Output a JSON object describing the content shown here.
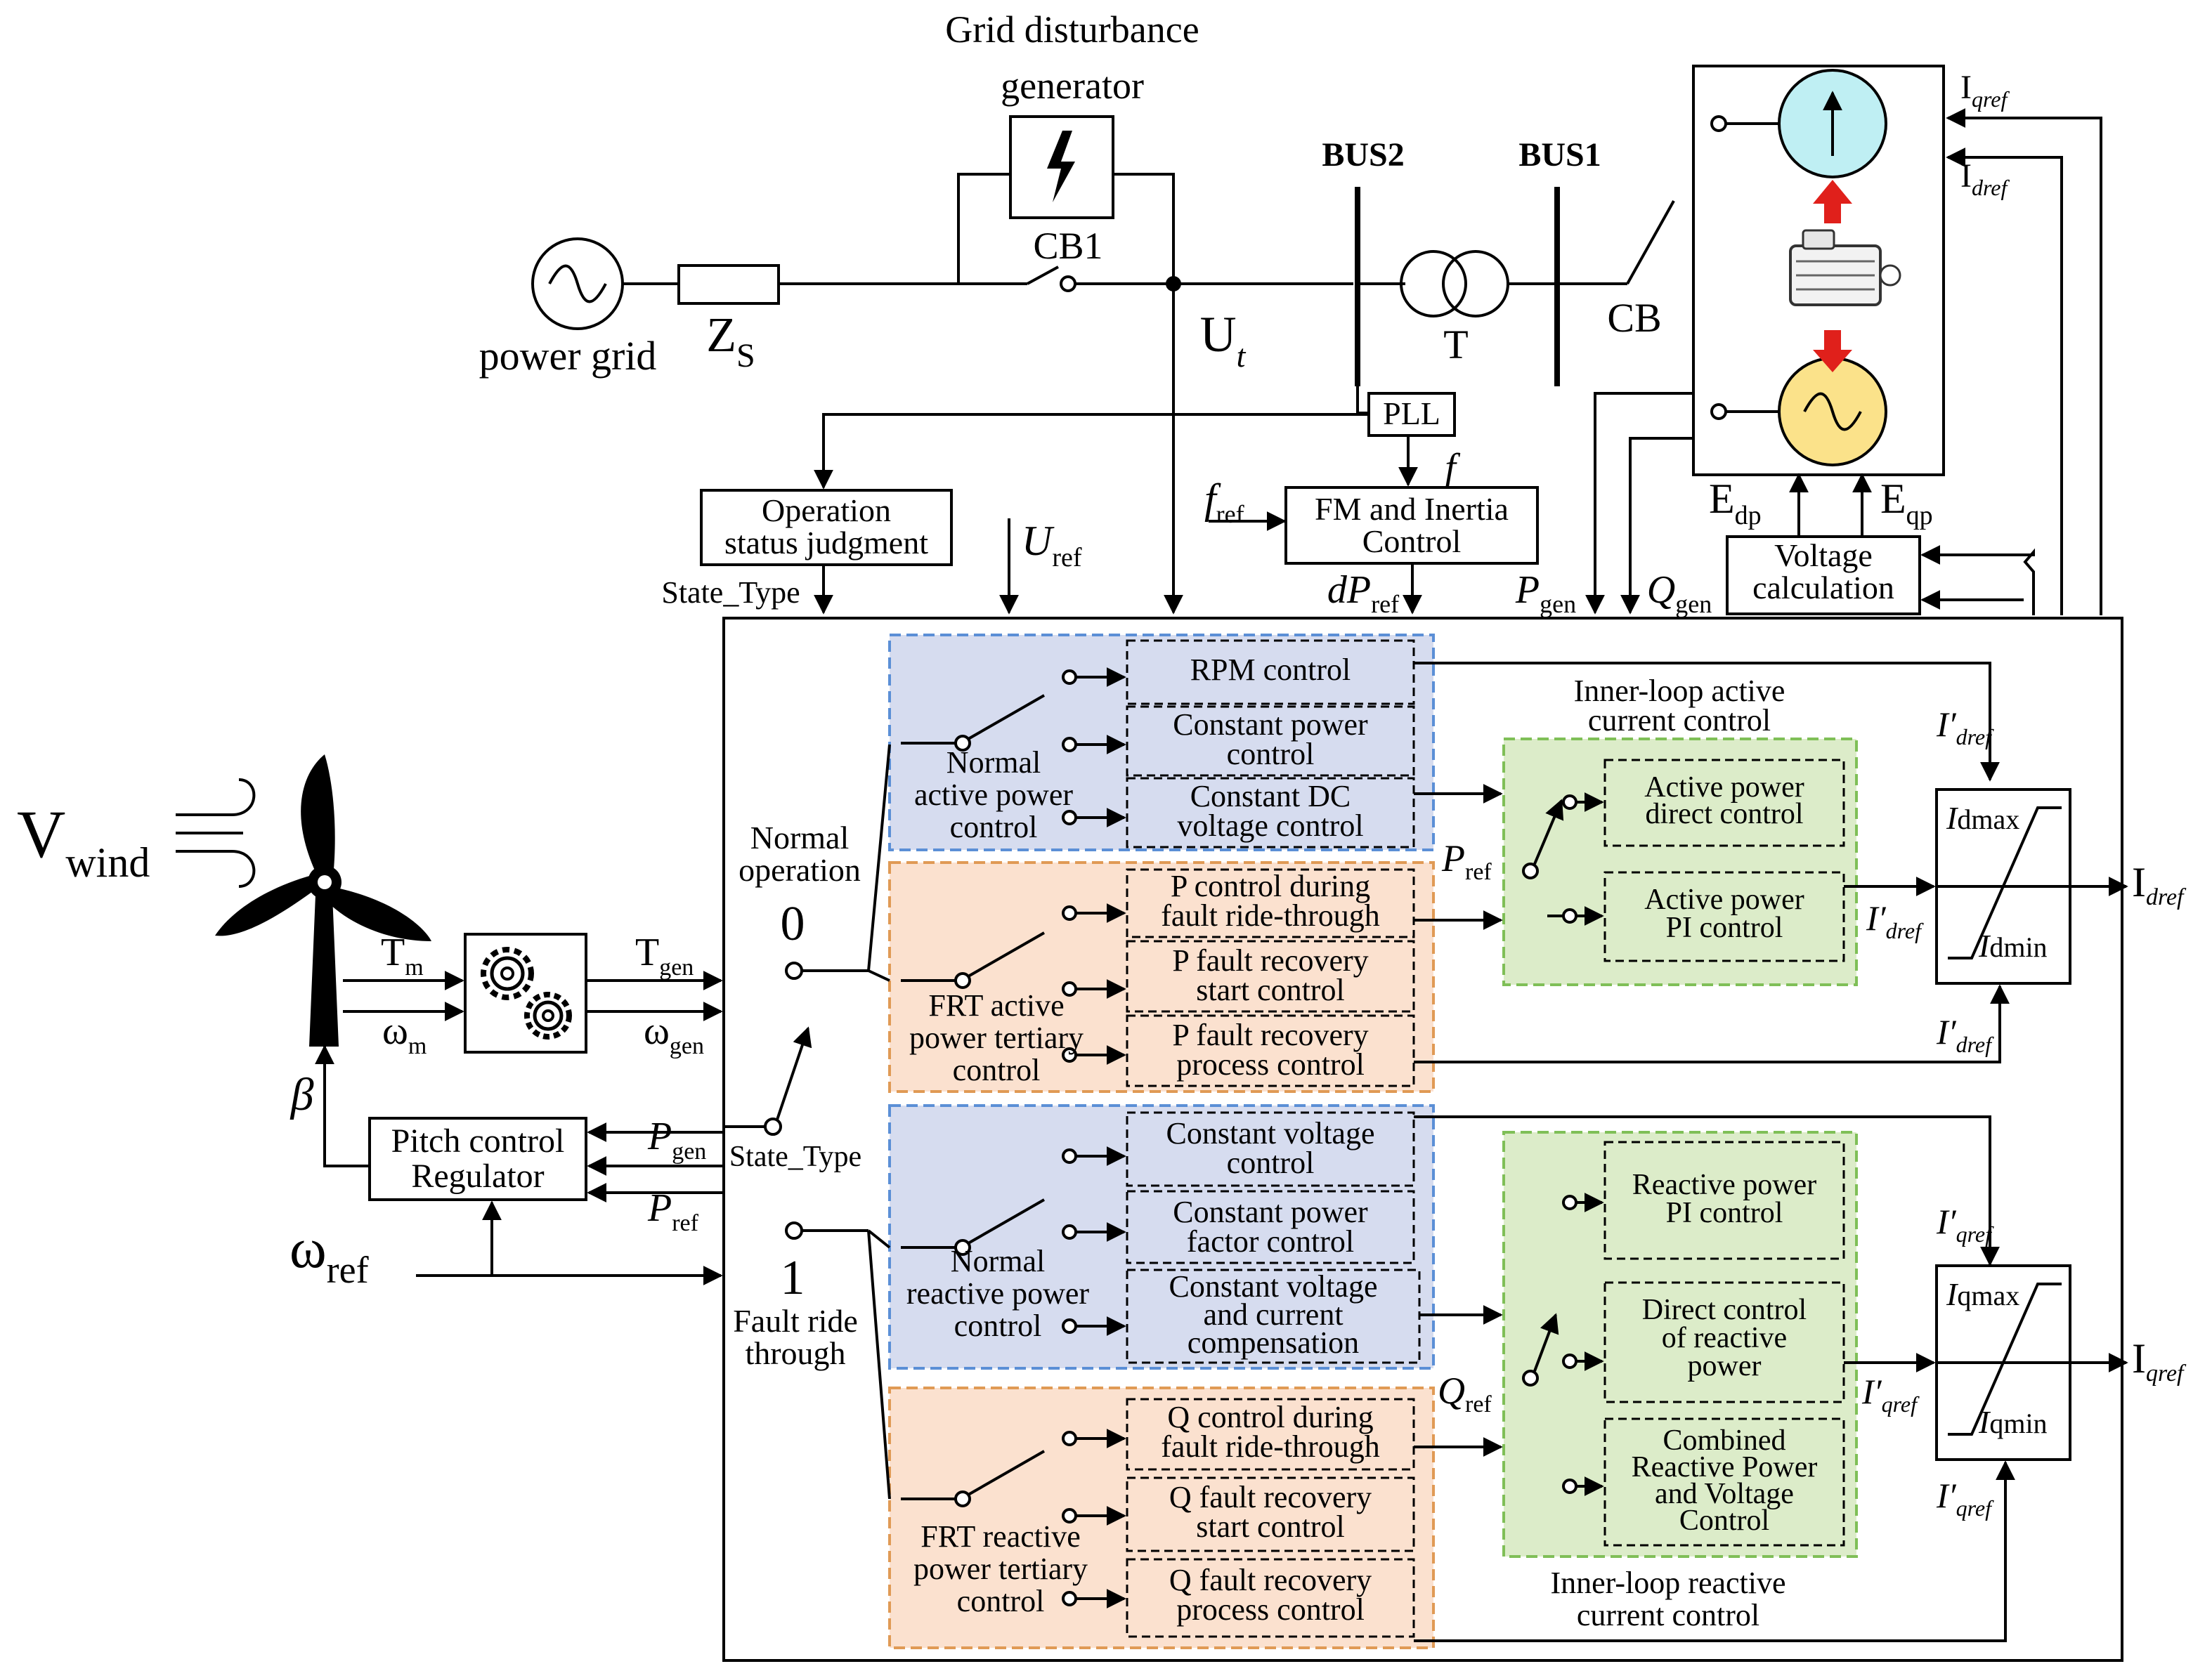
{
  "colors": {
    "blue_region": "#d6dcef",
    "blue_border": "#5b8fd6",
    "orange_region": "#fbe1cf",
    "orange_border": "#e09a55",
    "green_region": "#dcecc9",
    "green_border": "#7fbf57",
    "sensor_cyan": "#bfeff3",
    "generator_yellow": "#fbe28a",
    "arrow_red": "#e0201b"
  },
  "top": {
    "disturbance_title_1": "Grid disturbance",
    "disturbance_title_2": "generator",
    "cb1": "CB1",
    "grid_label": "power grid",
    "zs_main": "Z",
    "zs_sub": "S",
    "ut_main": "U",
    "ut_sub": "t",
    "bus2": "BUS2",
    "bus1": "BUS1",
    "transformer": "T",
    "cb": "CB",
    "pll": "PLL",
    "f_label": "f",
    "fm_line1": "FM and Inertia",
    "fm_line2": "Control",
    "fref_main": "f",
    "fref_sub": "ref",
    "op_line1": "Operation",
    "op_line2": "status judgment",
    "state_type": "State_Type",
    "uref_main": "U",
    "uref_sub": "ref",
    "dpref_main": "dP",
    "dpref_sub": "ref",
    "pgen_main": "P",
    "pgen_sub": "gen",
    "qgen_main": "Q",
    "qgen_sub": "gen",
    "vc_line1": "Voltage",
    "vc_line2": "calculation",
    "edp_main": "E",
    "edp_sub": "dp",
    "eqp_main": "E",
    "eqp_sub": "qp",
    "iqref_main": "I",
    "iqref_sub": "qref",
    "idref_main": "I",
    "idref_sub": "dref"
  },
  "left": {
    "vwind_main": "V",
    "vwind_sub": "wind",
    "tm_main": "T",
    "tm_sub": "m",
    "wm_main": "ω",
    "wm_sub": "m",
    "tgen_main": "T",
    "tgen_sub": "gen",
    "wgen_main": "ω",
    "wgen_sub": "gen",
    "beta": "β",
    "pitch_line1": "Pitch control",
    "pitch_line2": "Regulator",
    "pgen_main": "P",
    "pgen_sub": "gen",
    "pref_main": "P",
    "pref_sub": "ref",
    "wref_main": "ω",
    "wref_sub": "ref"
  },
  "mode": {
    "normal_line1": "Normal",
    "normal_line2": "operation",
    "zero": "0",
    "state_type": "State_Type",
    "one": "1",
    "fault_line1": "Fault ride",
    "fault_line2": "through"
  },
  "active_normal": {
    "group_line1": "Normal",
    "group_line2": "active power",
    "group_line3": "control",
    "rpm": "RPM control",
    "cp_line1": "Constant power",
    "cp_line2": "control",
    "dc_line1": "Constant DC",
    "dc_line2": "voltage control"
  },
  "active_frt": {
    "group_line1": "FRT active",
    "group_line2": "power tertiary",
    "group_line3": "control",
    "p1_line1": "P control during",
    "p1_line2": "fault ride-through",
    "p2_line1": "P fault recovery",
    "p2_line2": "start control",
    "p3_line1": "P fault recovery",
    "p3_line2": "process control"
  },
  "reactive_normal": {
    "group_line1": "Normal",
    "group_line2": "reactive power",
    "group_line3": "control",
    "cv_line1": "Constant voltage",
    "cv_line2": "control",
    "pf_line1": "Constant power",
    "pf_line2": "factor control",
    "cvc_line1": "Constant voltage",
    "cvc_line2": "and current",
    "cvc_line3": "compensation"
  },
  "reactive_frt": {
    "group_line1": "FRT reactive",
    "group_line2": "power tertiary",
    "group_line3": "control",
    "q1_line1": "Q control during",
    "q1_line2": "fault ride-through",
    "q2_line1": "Q fault recovery",
    "q2_line2": "start control",
    "q3_line1": "Q fault recovery",
    "q3_line2": "process control"
  },
  "inner_active": {
    "title_line1": "Inner-loop active",
    "title_line2": "current control",
    "d1_line1": "Active power",
    "d1_line2": "direct control",
    "d2_line1": "Active power",
    "d2_line2": "PI control",
    "pref_main": "P",
    "pref_sub": "ref"
  },
  "inner_reactive": {
    "title_line1": "Inner-loop reactive",
    "title_line2": "current control",
    "r1_line1": "Reactive power",
    "r1_line2": "PI control",
    "r2_line1": "Direct control",
    "r2_line2": "of reactive",
    "r2_line3": "power",
    "r3_line1": "Combined",
    "r3_line2": "Reactive Power",
    "r3_line3": "and Voltage",
    "r3_line4": "Control",
    "qref_main": "Q",
    "qref_sub": "ref"
  },
  "limiters": {
    "idmax_main": "I",
    "idmax_rest": "dmax",
    "idmin_main": "I",
    "idmin_rest": "dmin",
    "iqmax_main": "I",
    "iqmax_rest": "qmax",
    "iqmin_main": "I",
    "iqmin_rest": "qmin",
    "idp_main": "I′",
    "idp_sub": "dref",
    "iqp_main": "I′",
    "iqp_sub": "qref",
    "out_d_main": "I",
    "out_d_sub": "dref",
    "out_q_main": "I",
    "out_q_sub": "qref"
  }
}
